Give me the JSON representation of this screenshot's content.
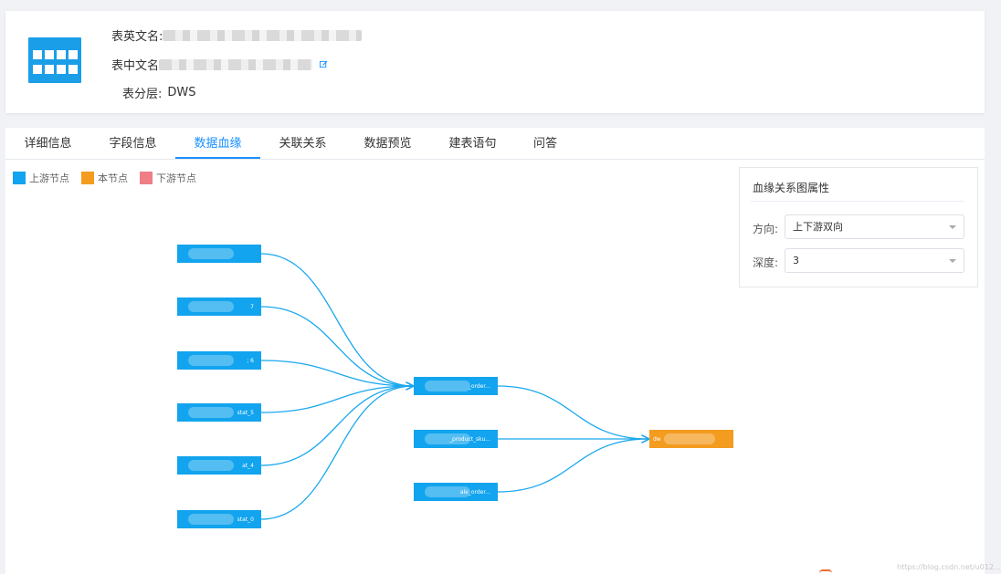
{
  "header": {
    "en_name_label": "表英文名:",
    "cn_name_label": "表中文名",
    "layer_label": "表分层:",
    "layer_value": "DWS",
    "icon": "table-icon",
    "edit_icon": "edit-icon"
  },
  "tabs": [
    {
      "label": "详细信息",
      "active": false
    },
    {
      "label": "字段信息",
      "active": false
    },
    {
      "label": "数据血缘",
      "active": true
    },
    {
      "label": "关联关系",
      "active": false
    },
    {
      "label": "数据预览",
      "active": false
    },
    {
      "label": "建表语句",
      "active": false
    },
    {
      "label": "问答",
      "active": false
    }
  ],
  "legend": [
    {
      "label": "上游节点",
      "color": "#12a4ee"
    },
    {
      "label": "本节点",
      "color": "#f39c20"
    },
    {
      "label": "下游节点",
      "color": "#ee7f86"
    }
  ],
  "lineage": {
    "colors": {
      "upstream": "#12a4ee",
      "current": "#f39c20",
      "edge": "#1ba8ee"
    },
    "nodes": [
      {
        "id": "n1",
        "level": 0,
        "role": "upstream",
        "text": ""
      },
      {
        "id": "n2",
        "level": 0,
        "role": "upstream",
        "text": "7"
      },
      {
        "id": "n3",
        "level": 0,
        "role": "upstream",
        "text": "; 6"
      },
      {
        "id": "n4",
        "level": 0,
        "role": "upstream",
        "text": "stat_5"
      },
      {
        "id": "n5",
        "level": 0,
        "role": "upstream",
        "text": "at_4"
      },
      {
        "id": "n6",
        "level": 0,
        "role": "upstream",
        "text": "stat_0"
      },
      {
        "id": "m1",
        "level": 1,
        "role": "upstream",
        "text": "_order..."
      },
      {
        "id": "m2",
        "level": 1,
        "role": "upstream",
        "text": "_product_sku..."
      },
      {
        "id": "m3",
        "level": 1,
        "role": "upstream",
        "text": "ale_order..."
      },
      {
        "id": "c1",
        "level": 2,
        "role": "current",
        "text": "dw"
      }
    ],
    "edges": [
      [
        "n1",
        "m1"
      ],
      [
        "n2",
        "m1"
      ],
      [
        "n3",
        "m1"
      ],
      [
        "n4",
        "m1"
      ],
      [
        "n5",
        "m1"
      ],
      [
        "n6",
        "m1"
      ],
      [
        "m1",
        "c1"
      ],
      [
        "m2",
        "c1"
      ],
      [
        "m3",
        "c1"
      ]
    ]
  },
  "panel": {
    "title": "血缘关系图属性",
    "direction_label": "方向:",
    "direction_value": "上下游双向",
    "depth_label": "深度:",
    "depth_value": "3"
  },
  "watermark": "https://blog.csdn.net/u012..."
}
